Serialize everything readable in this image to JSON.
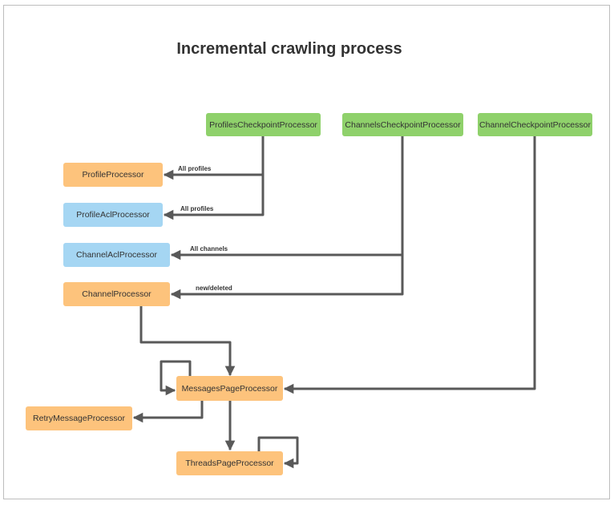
{
  "title": "Incremental crawling process",
  "nodes": {
    "profiles_checkpoint": "ProfilesCheckpointProcessor",
    "channels_checkpoint": "ChannelsCheckpointProcessor",
    "channel_checkpoint": "ChannelCheckpointProcessor",
    "profile": "ProfileProcessor",
    "profile_acl": "ProfileAclProcessor",
    "channel_acl": "ChannelAclProcessor",
    "channel": "ChannelProcessor",
    "messages_page": "MessagesPageProcessor",
    "retry_message": "RetryMessageProcessor",
    "threads_page": "ThreadsPageProcessor"
  },
  "edge_labels": {
    "profiles_to_profile": "All profiles",
    "profiles_to_acl": "All profiles",
    "channels_to_acl": "All channels",
    "channels_to_channel": "new/deleted"
  },
  "colors": {
    "checkpoint": "#8fd16b",
    "processor": "#fdc37c",
    "acl": "#a5d6f3",
    "edge": "#595959"
  }
}
